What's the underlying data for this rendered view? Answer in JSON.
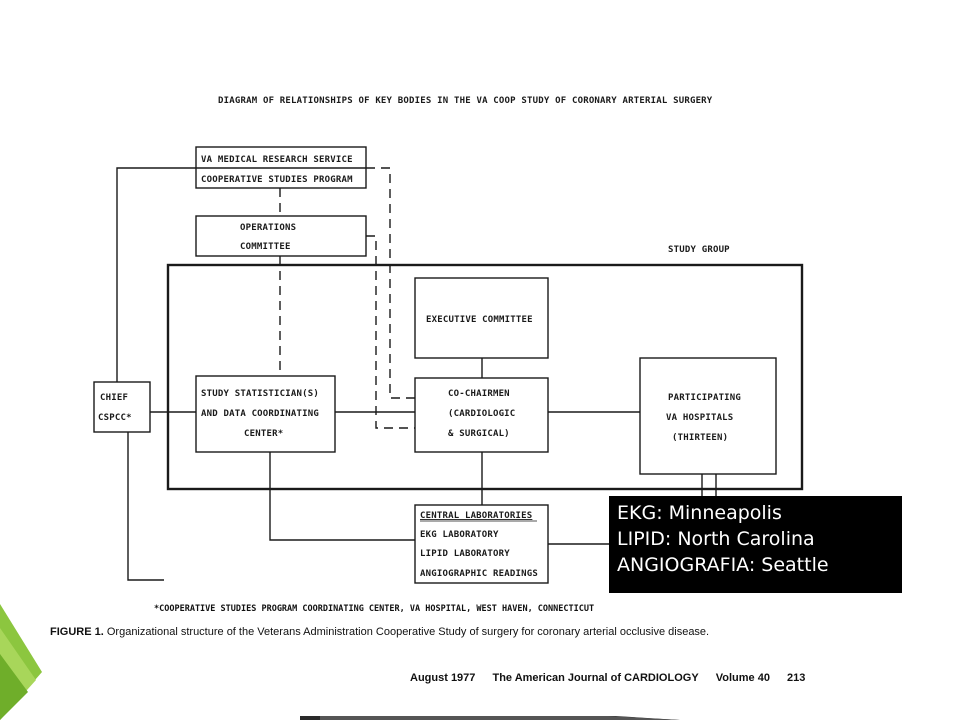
{
  "diagram": {
    "title": "DIAGRAM OF RELATIONSHIPS OF KEY BODIES IN THE VA COOP STUDY OF CORONARY ARTERIAL SURGERY",
    "study_group_label": "STUDY GROUP",
    "nodes": {
      "va_research": {
        "line1": "VA MEDICAL RESEARCH SERVICE",
        "line2": "COOPERATIVE STUDIES PROGRAM"
      },
      "operations": {
        "line1": "OPERATIONS",
        "line2": "COMMITTEE"
      },
      "executive": {
        "line1": "EXECUTIVE COMMITTEE"
      },
      "chief": {
        "line1": "CHIEF",
        "line2": "CSPCC*"
      },
      "statistician": {
        "line1": "STUDY STATISTICIAN(S)",
        "line2": "AND DATA COORDINATING",
        "line3": "CENTER*"
      },
      "cochairmen": {
        "line1": "CO-CHAIRMEN",
        "line2": "(CARDIOLOGIC",
        "line3": "& SURGICAL)"
      },
      "hospitals": {
        "line1": "PARTICIPATING",
        "line2": "VA HOSPITALS",
        "line3": "(THIRTEEN)"
      },
      "labs": {
        "line1": "CENTRAL LABORATORIES",
        "line2": "EKG LABORATORY",
        "line3": "LIPID LABORATORY",
        "line4": "ANGIOGRAPHIC READINGS"
      }
    },
    "footnote": "*COOPERATIVE STUDIES PROGRAM COORDINATING CENTER, VA HOSPITAL, WEST HAVEN, CONNECTICUT"
  },
  "caption": {
    "label": "FIGURE 1.",
    "text": "Organizational structure of the Veterans Administration Cooperative Study of surgery for coronary arterial occlusive disease."
  },
  "journal": {
    "date": "August 1977",
    "name": "The American Journal of CARDIOLOGY",
    "volume": "Volume 40",
    "page": "213"
  },
  "overlay": {
    "lines": [
      "EKG: Minneapolis",
      "LIPID: North Carolina",
      "ANGIOGRAFIA: Seattle"
    ]
  },
  "colors": {
    "overlay_bg": "#000000",
    "overlay_text": "#ffffff",
    "accent_green": "#8cc63f",
    "accent_dark": "#2a2a2a"
  }
}
